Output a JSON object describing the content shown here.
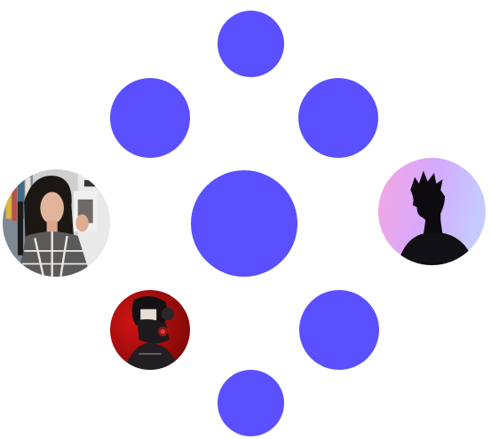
{
  "colors": {
    "accent": "#5a50ff",
    "background": "#ffffff"
  },
  "nodes": [
    {
      "name": "network-node-top",
      "kind": "dot"
    },
    {
      "name": "network-node-upper-left",
      "kind": "dot"
    },
    {
      "name": "network-node-upper-right",
      "kind": "dot"
    },
    {
      "name": "network-node-center",
      "kind": "dot"
    },
    {
      "name": "network-node-lower-right",
      "kind": "dot"
    },
    {
      "name": "network-node-bottom",
      "kind": "dot"
    }
  ],
  "avatars": [
    {
      "name": "avatar-woman-holding-book",
      "position": "left"
    },
    {
      "name": "avatar-silhouette-gradient",
      "position": "right"
    },
    {
      "name": "avatar-masked-figure-red",
      "position": "lower-left"
    }
  ]
}
